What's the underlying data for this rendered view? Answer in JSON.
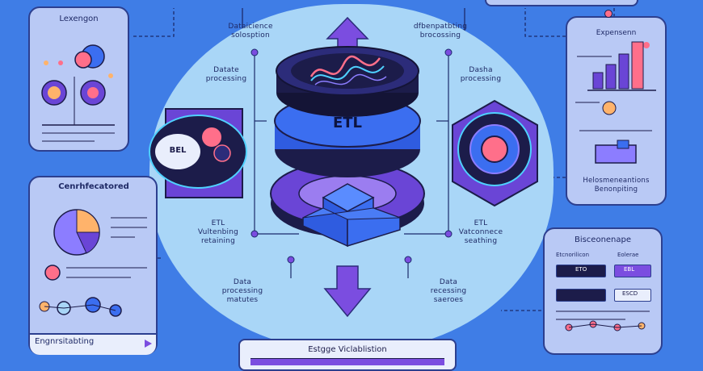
{
  "center": {
    "etl_label": "ETL",
    "top_left_label": "Dataicience\nsolosption",
    "top_right_label": "dfbenpatbting\nbrocossing",
    "mid_left_label": "Datate\nprocessing",
    "mid_right_label": "Dasha\nprocessing",
    "low_left_label": "ETL\nVultenbing\nretaining",
    "low_right_label": "ETL\nVatconnece\nseathing",
    "bottom_left_label": "Data\nprocessing\nmatutes",
    "bottom_right_label": "Data\nrecessing\nsaeroes",
    "left_gem_label": "BEL"
  },
  "panels": {
    "top_left_title": "Lexengon",
    "mid_left_title": "Cenrhfecatored",
    "bottom_left_title": "Engnrsitabting",
    "top_right_title": "Expensenn",
    "mid_right_label": "Helosmeneantions\nBenonpiting",
    "bottom_right_title": "Bisceonenape",
    "bottom_right_rows": [
      {
        "left": "Etcnorilicon",
        "right": "Eolerae"
      },
      {
        "left": "ETO",
        "right": "EBL"
      },
      {
        "left": "",
        "right": "ESCD"
      }
    ],
    "bottom_center_title": "Estgge Viclablistion"
  },
  "colors": {
    "background": "#3f7de6",
    "panel": "#b9c9f5",
    "circle": "#a9d6f7",
    "accent_purple": "#7b4de0",
    "accent_blue": "#3b6ef0",
    "accent_pink": "#ff6f8a",
    "dark": "#1c1c4a"
  }
}
